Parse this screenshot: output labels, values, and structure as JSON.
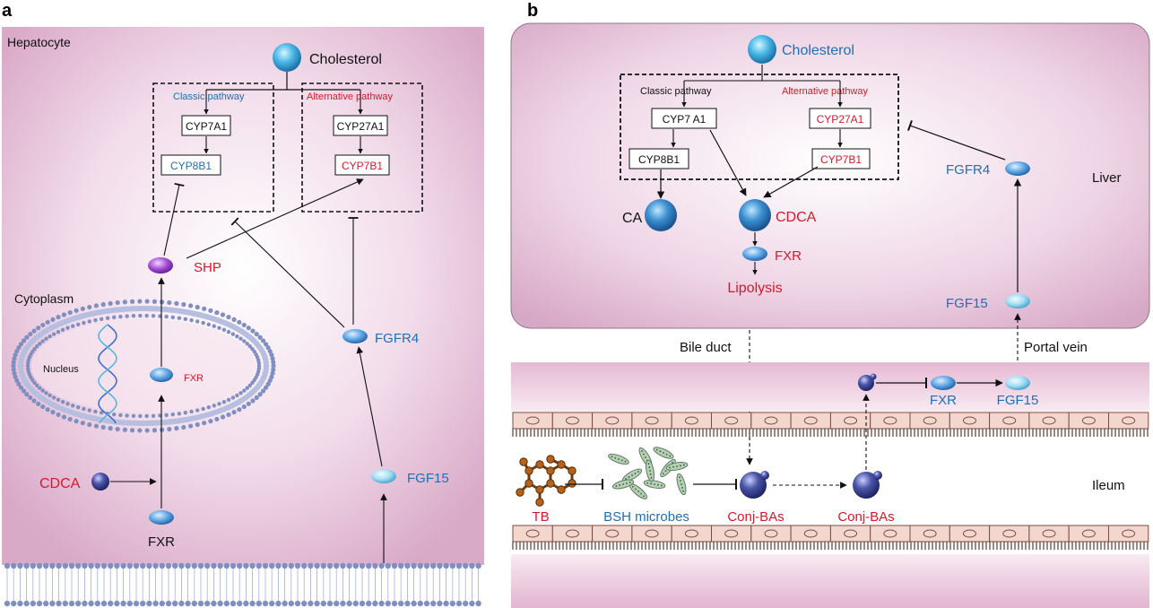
{
  "panel_a": {
    "letter": "a",
    "region": "Hepatocyte",
    "cholesterol": "Cholesterol",
    "classic_pathway": "Classic pathway",
    "alternative_pathway": "Alternative pathway",
    "cyp7a1": "CYP7A1",
    "cyp8b1": "CYP8B1",
    "cyp27a1": "CYP27A1",
    "cyp7b1": "CYP7B1",
    "shp": "SHP",
    "cytoplasm": "Cytoplasm",
    "nucleus": "Nucleus",
    "fxr_nuclear": "FXR",
    "fgfr4": "FGFR4",
    "cdca": "CDCA",
    "fxr": "FXR",
    "fgf15": "FGF15"
  },
  "panel_b": {
    "letter": "b",
    "cholesterol": "Cholesterol",
    "classic_pathway": "Classic pathway",
    "alternative_pathway": "Alternative pathway",
    "cyp7a1": "CYP7 A1",
    "cyp8b1": "CYP8B1",
    "cyp27a1": "CYP27A1",
    "cyp7b1": "CYP7B1",
    "ca": "CA",
    "cdca": "CDCA",
    "fxr_liver": "FXR",
    "lipolysis": "Lipolysis",
    "fgfr4": "FGFR4",
    "fgf15_liver": "FGF15",
    "liver": "Liver",
    "bile_duct": "Bile duct",
    "portal_vein": "Portal vein",
    "fxr_ileum": "FXR",
    "fgf15_ileum": "FGF15",
    "ileum": "Ileum",
    "tb": "TB",
    "bsh_microbes": "BSH microbes",
    "conj_bas_1": "Conj-BAs",
    "conj_bas_2": "Conj-BAs"
  },
  "colors": {
    "blue_text": "#1f6fb4",
    "red_text": "#d9182a",
    "cell_fill": "#ecc9e0",
    "membrane": "#7f8fc0"
  }
}
